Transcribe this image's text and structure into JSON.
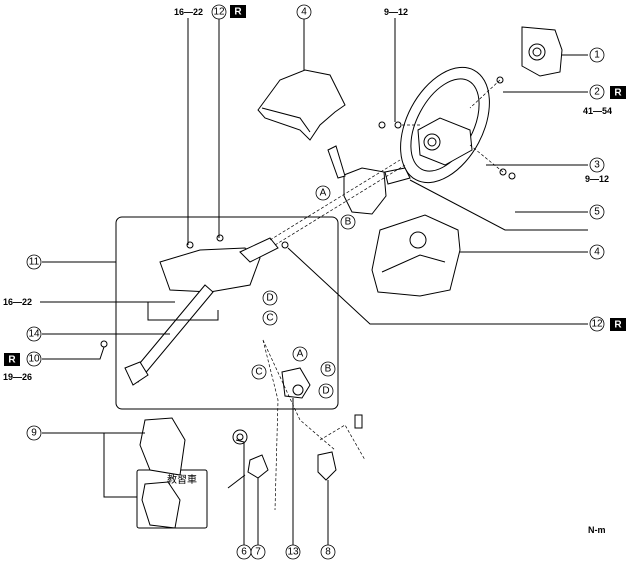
{
  "callouts": {
    "c1": "1",
    "c2": "2",
    "c3": "3",
    "c4": "4",
    "c5": "5",
    "c6": "6",
    "c7": "7",
    "c8": "8",
    "c9": "9",
    "c10": "10",
    "c11": "11",
    "c12": "12",
    "c13": "13",
    "c14": "14"
  },
  "refs": {
    "a": "A",
    "b": "B",
    "c": "C",
    "d": "D"
  },
  "torque": {
    "t16_22": "16—22",
    "t9_12": "9—12",
    "t41_54": "41—54",
    "t19_26": "19—26"
  },
  "replace_mark": "R",
  "variant_label": "教習車",
  "unit": "N-m"
}
